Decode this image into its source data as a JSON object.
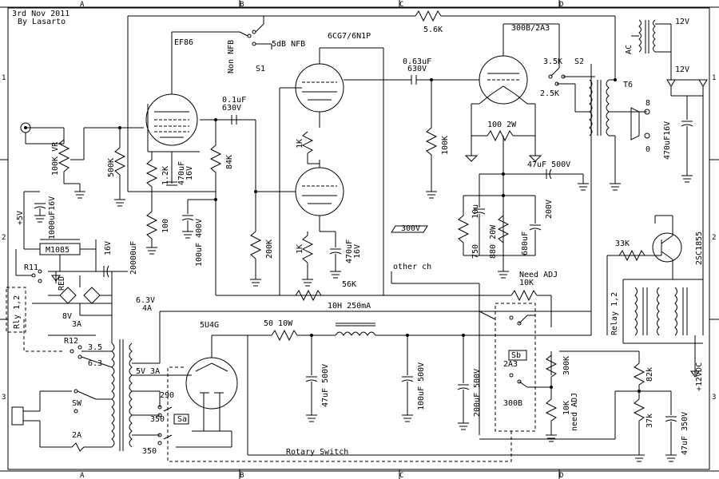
{
  "header": {
    "date": "3rd Nov 2011",
    "author": "By Lasarto"
  },
  "grid": {
    "top": [
      "A",
      "B",
      "C",
      "D"
    ],
    "bottom": [
      "A",
      "B",
      "C",
      "D"
    ],
    "left": [
      "1",
      "2",
      "3"
    ],
    "right": [
      "1",
      "2",
      "3"
    ]
  },
  "tubes": {
    "ef86": "EF86",
    "dual_triode": "6CG7/6N1P",
    "power_triode": "300B/2A3",
    "rectifier": "5U4G"
  },
  "labels": {
    "nfb_switch": "Non NFB",
    "nfb_db": "5dB NFB",
    "s1": "S1",
    "r_fb": "5.6K",
    "c_coupling2": "0.63uF",
    "c_coupling2_v": "630V",
    "out_tap_35k": "3.5K",
    "s2": "S2",
    "out_tap_25k": "2.5K",
    "out_xfmr": "T6",
    "spk_8": "8",
    "spk_0": "0",
    "ac": "AC",
    "v12_top": "12V",
    "v12_bottom": "12V",
    "c_12v": "470uF16V",
    "c_coupling1": "0.1uF",
    "c_coupling1_v": "630V",
    "vol": "100K VR",
    "r_500k": "500K",
    "r_1k2": "1.2K",
    "c_470uf_a": "470uF",
    "c_470uf_a_v": "16V",
    "r_84k": "84K",
    "r_1k_a": "1K",
    "r_100k_grid": "100K",
    "r_100_2w": "100 2W",
    "c_47uf_500": "47uF 500V",
    "r_100": "100",
    "c_100uf_400": "100uF 400V",
    "r_200k": "200K",
    "r_1k_b": "1K",
    "c_470uf_b": "470uF",
    "c_470uf_b_v": "16V",
    "r_56k": "56K",
    "dc_300v": "300V",
    "c_10u": "10u",
    "r_750": "750",
    "r_880": "880 20W",
    "c_680": "680uF",
    "c_680_v": "200V",
    "plus5v": "+5V",
    "c_1000uf": "1000uF16V",
    "reg": "M1085",
    "c_20000uf": "20000uF",
    "v16": "16V",
    "r11": "R11",
    "led": "RED",
    "rly12": "Rly 1,2",
    "fuse8v": "8V",
    "fuse3a": "3A",
    "r12": "R12",
    "v3_5": "3.5",
    "v6_3a": "6.3",
    "v5_3a": "5V 3A",
    "v6_3_4a": "6.3V\n4A",
    "other_ch": "other ch",
    "need_adj": "Need ADJ",
    "r_10k": "10K",
    "choke": "10H 250mA",
    "r_50_10w": "50 10W",
    "c_47uf_500b": "47uF 500V",
    "c_100uf_500": "100uF 500V",
    "c_200uf_500": "200uF 500V",
    "sw": "SW",
    "fuse2a": "2A",
    "tap290": "290",
    "tap350a": "350",
    "tap350b": "350",
    "sa": "Sa",
    "sb": "Sb",
    "sb_2a3": "2A3",
    "sb_300b": "300B",
    "r_300k": "300K",
    "r_10k_adj": "10K",
    "need_adj2": "need ADJ",
    "rotary": "Rotary Switch",
    "r_33k": "33K",
    "transistor": "2SC1855",
    "relay12": "Relay 1,2",
    "r_82k": "82k",
    "r_37k": "37k",
    "c_47uf_350": "47uF 350V",
    "v_12vdc": "+12VDC"
  }
}
